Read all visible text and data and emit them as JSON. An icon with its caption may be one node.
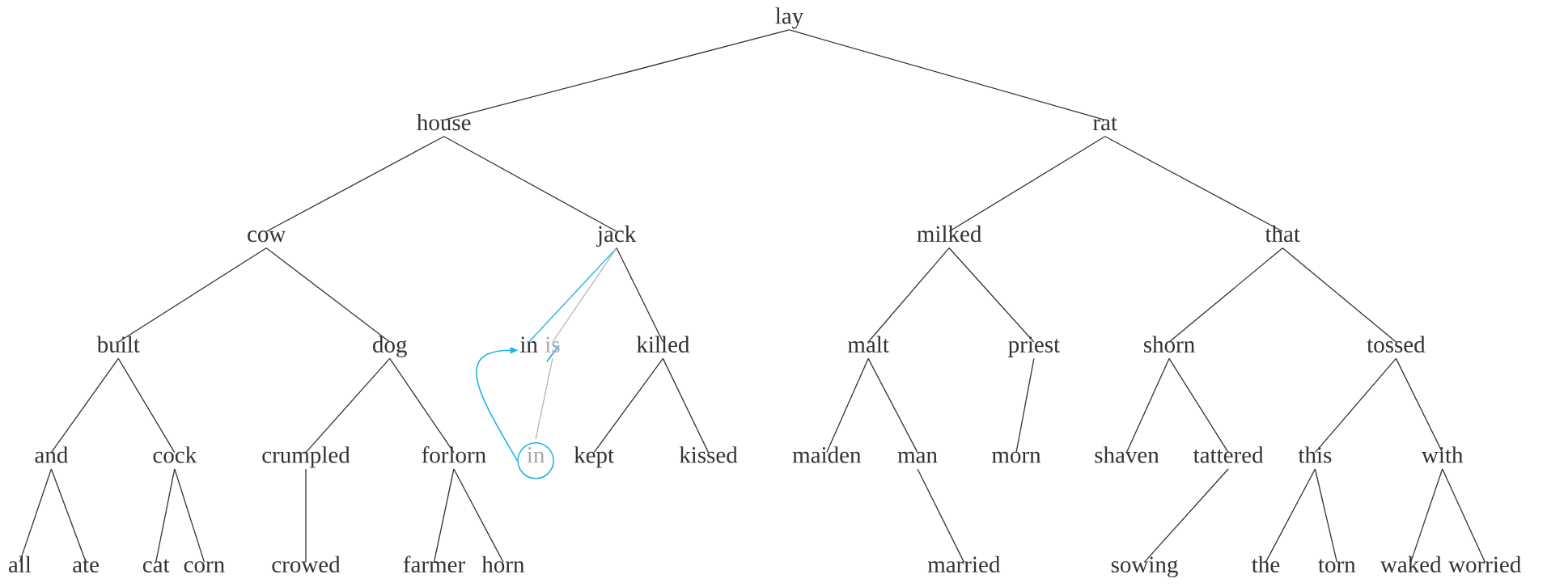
{
  "diagram": {
    "nodes": [
      {
        "text": [
          "lay"
        ]
      },
      {
        "text": [
          "house"
        ]
      },
      {
        "text": [
          "rat"
        ]
      },
      {
        "text": [
          "cow"
        ]
      },
      {
        "text": [
          "jack"
        ]
      },
      {
        "text": [
          "milked"
        ]
      },
      {
        "text": [
          "that"
        ]
      },
      {
        "text": [
          "built"
        ]
      },
      {
        "text": [
          "dog"
        ]
      },
      {
        "text": [
          "in"
        ]
      },
      {
        "text": [
          "is"
        ]
      },
      {
        "text": [
          "killed"
        ]
      },
      {
        "text": [
          "malt"
        ]
      },
      {
        "text": [
          "priest"
        ]
      },
      {
        "text": [
          "shorn"
        ]
      },
      {
        "text": [
          "tossed"
        ]
      },
      {
        "text": [
          "and"
        ]
      },
      {
        "text": [
          "cock"
        ]
      },
      {
        "text": [
          "crumpled"
        ]
      },
      {
        "text": [
          "forlorn"
        ]
      },
      {
        "text": [
          "in"
        ]
      },
      {
        "text": [
          "kept"
        ]
      },
      {
        "text": [
          "kissed"
        ]
      },
      {
        "text": [
          "maiden"
        ]
      },
      {
        "text": [
          "man"
        ]
      },
      {
        "text": [
          "morn"
        ]
      },
      {
        "text": [
          "shaven"
        ]
      },
      {
        "text": [
          "tattered"
        ]
      },
      {
        "text": [
          "this"
        ]
      },
      {
        "text": [
          "with"
        ]
      },
      {
        "text": [
          "all"
        ]
      },
      {
        "text": [
          "ate"
        ]
      },
      {
        "text": [
          "cat"
        ]
      },
      {
        "text": [
          "corn"
        ]
      },
      {
        "text": [
          "crowed"
        ]
      },
      {
        "text": [
          "farmer"
        ]
      },
      {
        "text": [
          "horn"
        ]
      },
      {
        "text": [
          "married"
        ]
      },
      {
        "text": [
          "sowing"
        ]
      },
      {
        "text": [
          "the"
        ]
      },
      {
        "text": [
          "torn"
        ]
      },
      {
        "text": [
          "waked"
        ]
      },
      {
        "text": [
          "worried"
        ]
      }
    ],
    "edges": [
      {
        "from": 0,
        "to": 1,
        "arrow": "none"
      },
      {
        "from": 0,
        "to": 2,
        "arrow": "none"
      },
      {
        "from": 1,
        "to": 3,
        "arrow": "none"
      },
      {
        "from": 1,
        "to": 4,
        "arrow": "none"
      },
      {
        "from": 2,
        "to": 5,
        "arrow": "none"
      },
      {
        "from": 2,
        "to": 6,
        "arrow": "none"
      },
      {
        "from": 3,
        "to": 7,
        "arrow": "none"
      },
      {
        "from": 3,
        "to": 8,
        "arrow": "none"
      },
      {
        "from": 4,
        "to": 9,
        "arrow": "none",
        "color": "#1eb4e8"
      },
      {
        "from": 4,
        "to": 10,
        "arrow": "none",
        "color": "#b4b4b4"
      },
      {
        "from": 4,
        "to": 11,
        "arrow": "none"
      },
      {
        "from": 5,
        "to": 12,
        "arrow": "none"
      },
      {
        "from": 5,
        "to": 13,
        "arrow": "none"
      },
      {
        "from": 6,
        "to": 14,
        "arrow": "none"
      },
      {
        "from": 6,
        "to": 15,
        "arrow": "none"
      },
      {
        "from": 7,
        "to": 16,
        "arrow": "none"
      },
      {
        "from": 7,
        "to": 17,
        "arrow": "none"
      },
      {
        "from": 8,
        "to": 18,
        "arrow": "none"
      },
      {
        "from": 8,
        "to": 19,
        "arrow": "none"
      },
      {
        "from": 10,
        "to": 20,
        "arrow": "none",
        "color": "#b4b4b4"
      },
      {
        "from": 11,
        "to": 21,
        "arrow": "none"
      },
      {
        "from": 11,
        "to": 22,
        "arrow": "none"
      },
      {
        "from": 12,
        "to": 23,
        "arrow": "none"
      },
      {
        "from": 12,
        "to": 24,
        "arrow": "none"
      },
      {
        "from": 13,
        "to": 25,
        "arrow": "none"
      },
      {
        "from": 14,
        "to": 26,
        "arrow": "none"
      },
      {
        "from": 14,
        "to": 27,
        "arrow": "none"
      },
      {
        "from": 15,
        "to": 28,
        "arrow": "none"
      },
      {
        "from": 15,
        "to": 29,
        "arrow": "none"
      },
      {
        "from": 16,
        "to": 30,
        "arrow": "none"
      },
      {
        "from": 16,
        "to": 31,
        "arrow": "none"
      },
      {
        "from": 17,
        "to": 32,
        "arrow": "none"
      },
      {
        "from": 17,
        "to": 33,
        "arrow": "none"
      },
      {
        "from": 18,
        "to": 34,
        "arrow": "none"
      },
      {
        "from": 19,
        "to": 35,
        "arrow": "none"
      },
      {
        "from": 19,
        "to": 36,
        "arrow": "none"
      },
      {
        "from": 24,
        "to": 37,
        "arrow": "none"
      },
      {
        "from": 27,
        "to": 38,
        "arrow": "none"
      },
      {
        "from": 28,
        "to": 39,
        "arrow": "none"
      },
      {
        "from": 28,
        "to": 40,
        "arrow": "none"
      },
      {
        "from": 29,
        "to": 41,
        "arrow": "none"
      },
      {
        "from": 29,
        "to": 42,
        "arrow": "none"
      },
      {
        "from": 20,
        "to": 9,
        "arrow": "to",
        "color": "#1eb4e8"
      }
    ]
  }
}
